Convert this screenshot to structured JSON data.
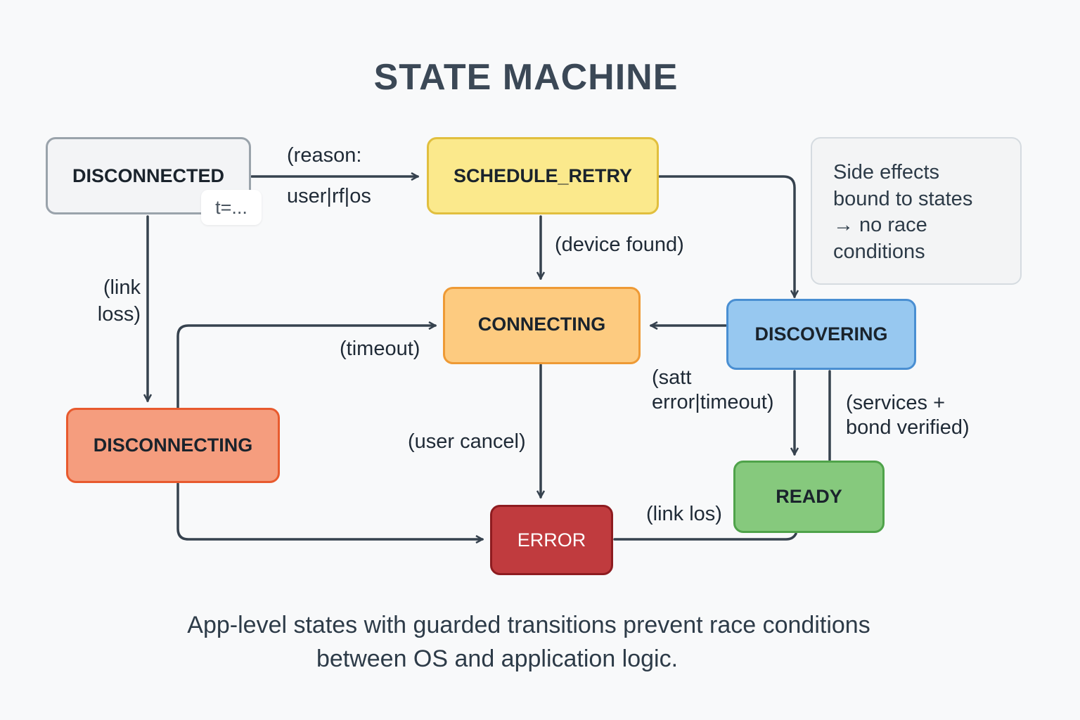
{
  "title": "STATE MACHINE",
  "colors": {
    "edge": "#36424e",
    "background": "#f8f9fa"
  },
  "states": {
    "disconnected": {
      "label": "DISCONNECTED",
      "fill": "#f3f4f6",
      "border": "#9aa3ab",
      "text": "#1a232c"
    },
    "schedule_retry": {
      "label": "SCHEDULE_RETRY",
      "fill": "#fbe98c",
      "border": "#e1bf3e",
      "text": "#1a232c"
    },
    "connecting": {
      "label": "CONNECTING",
      "fill": "#fdcb80",
      "border": "#ee9a35",
      "text": "#1a232c"
    },
    "discovering": {
      "label": "DISCOVERING",
      "fill": "#97c8f0",
      "border": "#4a8fd2",
      "text": "#1a232c"
    },
    "disconnecting": {
      "label": "DISCONNECTING",
      "fill": "#f59d7e",
      "border": "#e85a2e",
      "text": "#1a232c"
    },
    "ready": {
      "label": "READY",
      "fill": "#86c97d",
      "border": "#4fa34a",
      "text": "#1a232c"
    },
    "error": {
      "label": "ERROR",
      "fill": "#c03b3e",
      "border": "#8e1c20",
      "text": "#ffffff"
    }
  },
  "badge": {
    "label": "t=..."
  },
  "transitions": [
    {
      "from": "DISCONNECTED",
      "to": "SCHEDULE_RETRY",
      "label_lines": [
        "(reason:",
        "user|rf|os"
      ]
    },
    {
      "from": "SCHEDULE_RETRY",
      "to": "CONNECTING",
      "label_lines": [
        "(device found)"
      ]
    },
    {
      "from": "SCHEDULE_RETRY",
      "to": "DISCOVERING",
      "label_lines": []
    },
    {
      "from": "DISCONNECTED",
      "to": "DISCONNECTING",
      "label_lines": [
        "(link",
        "loss)"
      ]
    },
    {
      "from": "DISCONNECTING",
      "to": "CONNECTING",
      "label_lines": [
        "(timeout)"
      ]
    },
    {
      "from": "DISCOVERING",
      "to": "CONNECTING",
      "label_lines": [
        "(satt",
        "error|timeout)"
      ]
    },
    {
      "from": "DISCOVERING",
      "to": "READY",
      "label_lines": [
        "(services +",
        "bond verified)"
      ]
    },
    {
      "from": "CONNECTING",
      "to": "ERROR",
      "label_lines": [
        "(user cancel)"
      ]
    },
    {
      "from": "DISCONNECTING",
      "to": "ERROR",
      "label_lines": []
    },
    {
      "from": "READY",
      "to": "ERROR",
      "label_lines": [
        "(link los)"
      ]
    }
  ],
  "note": {
    "lines": [
      "Side effects",
      "bound to states",
      "→ no race",
      "conditions"
    ]
  },
  "caption": {
    "lines": [
      "App-level states with guarded transitions prevent race conditions",
      "between OS and application logic."
    ]
  }
}
